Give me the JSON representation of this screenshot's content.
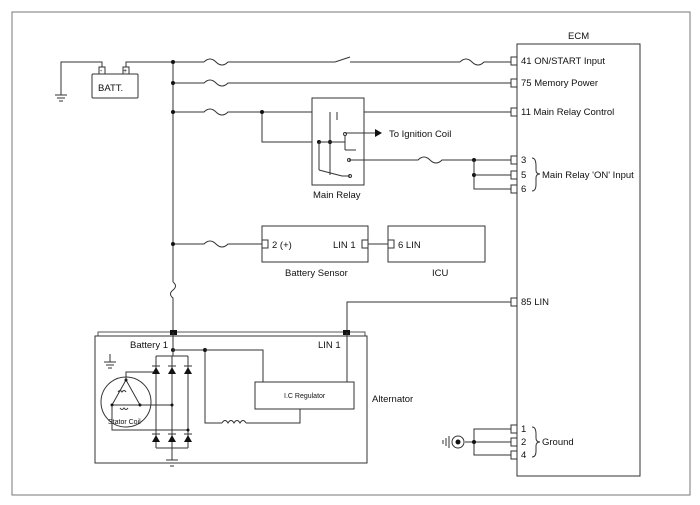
{
  "ecm": {
    "title": "ECM",
    "pins": {
      "p41": "41 ON/START Input",
      "p75": "75 Memory Power",
      "p11": "11 Main Relay Control",
      "p3": "3",
      "p5": "5",
      "p6": "6",
      "main_relay_on_input": "Main Relay 'ON' Input",
      "p85": "85 LIN",
      "p1": "1",
      "p2": "2",
      "p4": "4",
      "ground": "Ground"
    }
  },
  "battery": {
    "label": "BATT."
  },
  "main_relay": {
    "label": "Main Relay",
    "to_ignition_coil": "To Ignition Coil"
  },
  "battery_sensor": {
    "label": "Battery Sensor",
    "pin_plus": "2 (+)",
    "pin_lin": "LIN 1"
  },
  "icu": {
    "label": "ICU",
    "pin": "6 LIN"
  },
  "alternator": {
    "label": "Alternator",
    "terminal_battery": "Battery 1",
    "terminal_lin": "LIN 1",
    "regulator": "I.C Regulator",
    "stator": "Stator Coil"
  }
}
